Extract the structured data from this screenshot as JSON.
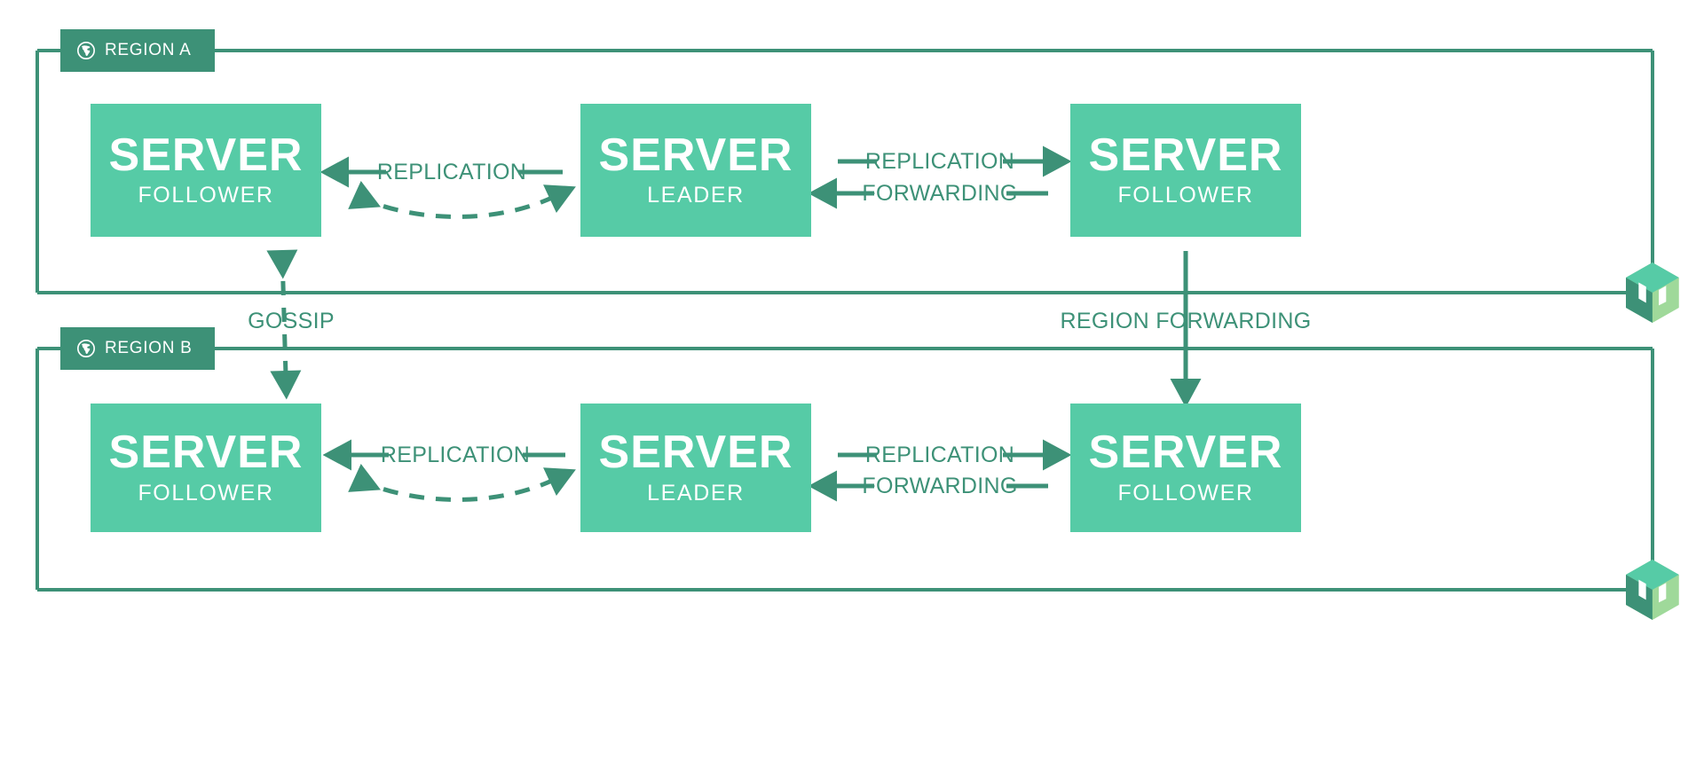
{
  "diagram": {
    "title": "Nomad multi-region architecture",
    "colors": {
      "border_dark_green": "#3d9177",
      "server_mint": "#56cba6",
      "label_green": "#3d9177",
      "logo_light_green": "#9fd99a",
      "logo_mid_green": "#56cba6",
      "logo_dark_green": "#3d9177",
      "white": "#ffffff"
    }
  },
  "regions": [
    {
      "id": "region-a",
      "label": "REGION A",
      "icon": "globe-icon",
      "servers": [
        {
          "id": "a-follower-left",
          "title": "SERVER",
          "role": "FOLLOWER"
        },
        {
          "id": "a-leader",
          "title": "SERVER",
          "role": "LEADER"
        },
        {
          "id": "a-follower-right",
          "title": "SERVER",
          "role": "FOLLOWER"
        }
      ],
      "edges": [
        {
          "id": "a-replication-left",
          "label": "REPLICATION",
          "style": "solid",
          "direction": "left"
        },
        {
          "id": "a-gossip-arc-left",
          "label": "",
          "style": "dashed",
          "direction": "both"
        },
        {
          "id": "a-replication-right",
          "label": "REPLICATION",
          "style": "solid",
          "direction": "right"
        },
        {
          "id": "a-forwarding-right",
          "label": "FORWARDING",
          "style": "solid",
          "direction": "left"
        }
      ]
    },
    {
      "id": "region-b",
      "label": "REGION B",
      "icon": "globe-icon",
      "servers": [
        {
          "id": "b-follower-left",
          "title": "SERVER",
          "role": "FOLLOWER"
        },
        {
          "id": "b-leader",
          "title": "SERVER",
          "role": "LEADER"
        },
        {
          "id": "b-follower-right",
          "title": "SERVER",
          "role": "FOLLOWER"
        }
      ],
      "edges": [
        {
          "id": "b-replication-left",
          "label": "REPLICATION",
          "style": "solid",
          "direction": "left"
        },
        {
          "id": "b-gossip-arc-left",
          "label": "",
          "style": "dashed",
          "direction": "both"
        },
        {
          "id": "b-replication-right",
          "label": "REPLICATION",
          "style": "solid",
          "direction": "right"
        },
        {
          "id": "b-forwarding-right",
          "label": "FORWARDING",
          "style": "solid",
          "direction": "left"
        }
      ]
    }
  ],
  "cross_region_edges": [
    {
      "id": "gossip",
      "label": "GOSSIP",
      "style": "dashed",
      "direction": "both"
    },
    {
      "id": "region-forwarding",
      "label": "REGION FORWARDING",
      "style": "solid",
      "direction": "down"
    }
  ],
  "logos": [
    {
      "id": "nomad-logo-a",
      "name": "nomad-logo"
    },
    {
      "id": "nomad-logo-b",
      "name": "nomad-logo"
    }
  ]
}
